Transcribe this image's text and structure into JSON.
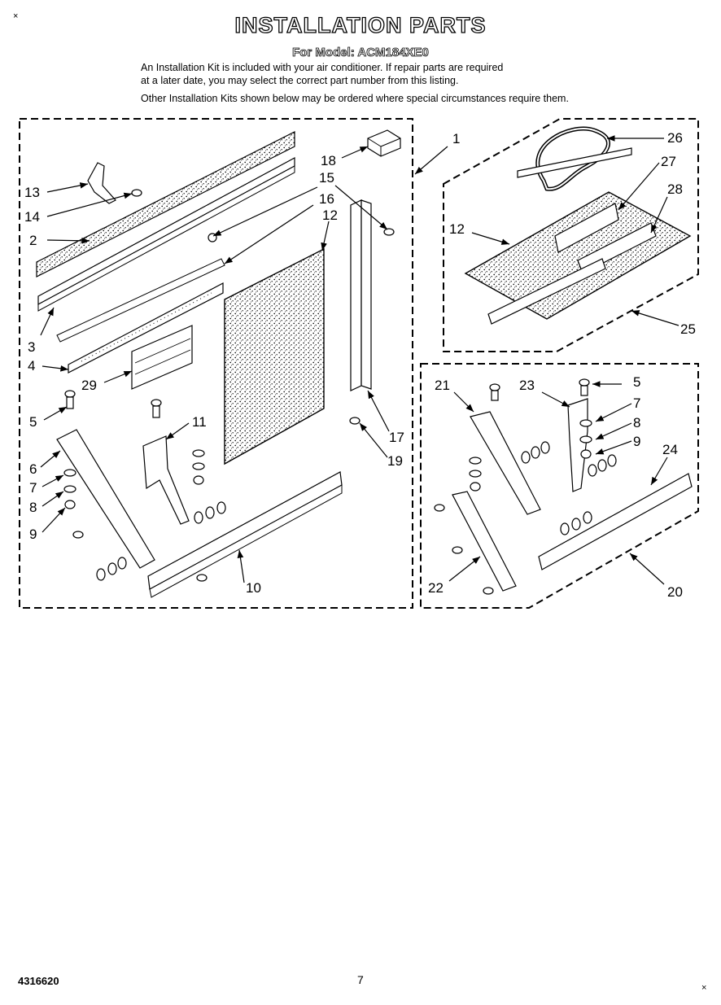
{
  "header": {
    "title": "INSTALLATION PARTS",
    "model_line": "For Model: ACM184XE0",
    "intro_line1": "An Installation Kit is included with your air conditioner. If repair parts are required",
    "intro_line2": "at a later date, you may select the correct part number from this listing.",
    "other_kits": "Other Installation Kits shown below may be ordered where special circumstances require them."
  },
  "corner_marks": {
    "top_left": "×",
    "bottom_right": "×"
  },
  "footer": {
    "doc_number": "4316620",
    "page_number": "7"
  },
  "callouts": {
    "main_kit": [
      "13",
      "14",
      "2",
      "3",
      "4",
      "29",
      "5",
      "6",
      "7",
      "8",
      "9",
      "18",
      "15",
      "16",
      "12",
      "11",
      "10",
      "17",
      "19"
    ],
    "kit_25": [
      "1",
      "26",
      "27",
      "28",
      "12",
      "25"
    ],
    "kit_20": [
      "21",
      "23",
      "5",
      "7",
      "8",
      "9",
      "24",
      "22",
      "20"
    ]
  }
}
